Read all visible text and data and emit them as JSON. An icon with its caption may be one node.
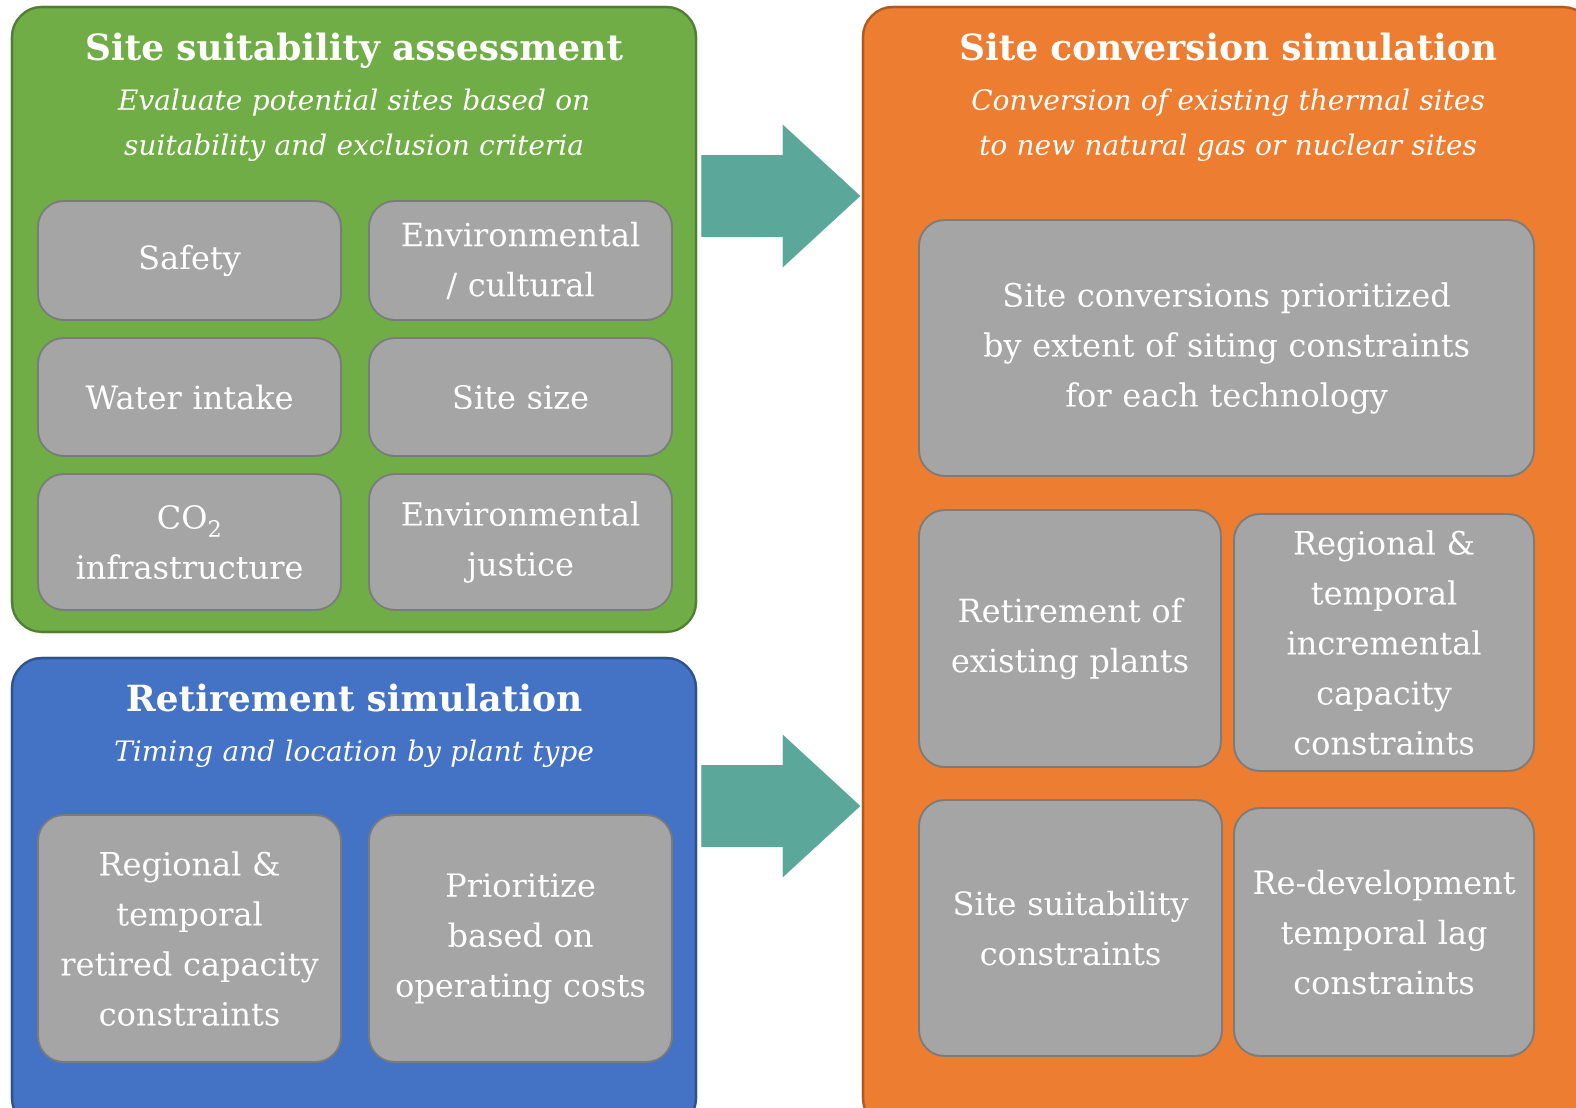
{
  "diagram": {
    "nodes": [
      {
        "text": [
          "Site suitability assessment",
          "Evaluate potential sites based on suitability and exclusion criteria"
        ]
      },
      {
        "text": [
          "Safety"
        ],
        "in": 0
      },
      {
        "text": [
          "Environmental / cultural"
        ],
        "in": 0
      },
      {
        "text": [
          "Water intake"
        ],
        "in": 0
      },
      {
        "text": [
          "Site size"
        ],
        "in": 0
      },
      {
        "text": [
          "CO$_{2}$ infrastructure"
        ],
        "in": 0
      },
      {
        "text": [
          "Environmental justice"
        ],
        "in": 0
      },
      {
        "text": [
          "Retirement simulation",
          "Timing and location by plant type"
        ]
      },
      {
        "text": [
          "Regional & temporal retired capacity constraints"
        ],
        "in": 7
      },
      {
        "text": [
          "Prioritize based on operating costs"
        ],
        "in": 7
      },
      {
        "text": [
          "Site conversion simulation",
          "Conversion of existing thermal sites to new natural gas or nuclear sites"
        ]
      },
      {
        "text": [
          "Site conversions prioritized by extent of siting constraints for each technology"
        ],
        "in": 10
      },
      {
        "text": [
          "Retirement of existing plants"
        ],
        "in": 10
      },
      {
        "text": [
          "Regional & temporal incremental capacity constraints"
        ],
        "in": 10
      },
      {
        "text": [
          "Site suitability constraints"
        ],
        "in": 10
      },
      {
        "text": [
          "Re-development temporal lag constraints"
        ],
        "in": 10
      }
    ],
    "edges": [
      {
        "from": 0,
        "to": 10,
        "arrow": "to"
      },
      {
        "from": 7,
        "to": 10,
        "arrow": "to"
      }
    ]
  }
}
